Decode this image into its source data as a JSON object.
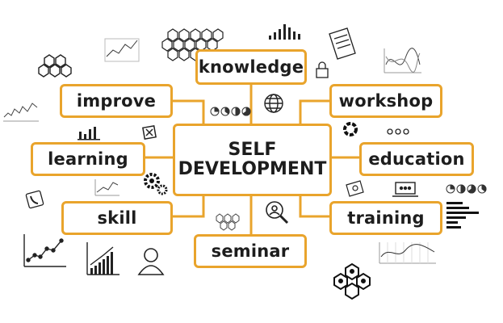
{
  "diagram": {
    "center": {
      "line1": "SELF",
      "line2": "DEVELOPMENT"
    },
    "nodes": {
      "knowledge": "knowledge",
      "improve": "improve",
      "workshop": "workshop",
      "learning": "learning",
      "education": "education",
      "skill": "skill",
      "training": "training",
      "seminar": "seminar"
    },
    "accent_color": "#e9a42c",
    "ink_color": "#1d1d1d"
  },
  "icons": [
    "hexagon-cluster-icon",
    "bar-chart-icon",
    "document-icon",
    "line-chart-icon",
    "honeycomb-icon",
    "padlock-icon",
    "wave-chart-icon",
    "globe-icon",
    "pie-charts-icon",
    "dots-icon",
    "close-icon",
    "gears-icon",
    "phone-icon",
    "magnifier-icon",
    "growth-chart-icon",
    "user-icon",
    "network-icon",
    "laptop-icon",
    "horizontal-bars-icon"
  ]
}
